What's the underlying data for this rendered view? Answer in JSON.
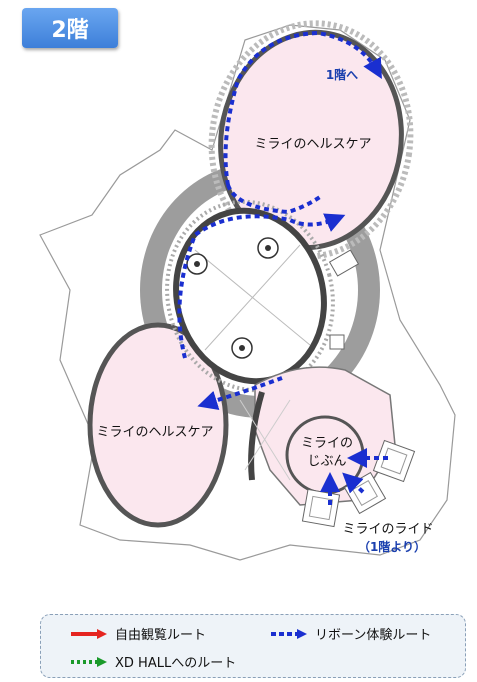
{
  "floor": {
    "label": "2階"
  },
  "map": {
    "areas": {
      "top_oval": "ミライのヘルスケア",
      "left_oval": "ミライのヘルスケア",
      "small_circle_line1": "ミライの",
      "small_circle_line2": "じぶん",
      "ride_label": "ミライのライド",
      "ride_note": "（1階より）"
    },
    "route_note": "1階へ"
  },
  "legend": {
    "items": [
      {
        "label": "自由観覧ルート",
        "color": "#e52420",
        "style": "solid"
      },
      {
        "label": "リボーン体験ルート",
        "color": "#1a2fd0",
        "style": "dashed"
      },
      {
        "label": "XD HALLへのルート",
        "color": "#1a9a2a",
        "style": "dotted"
      }
    ]
  }
}
